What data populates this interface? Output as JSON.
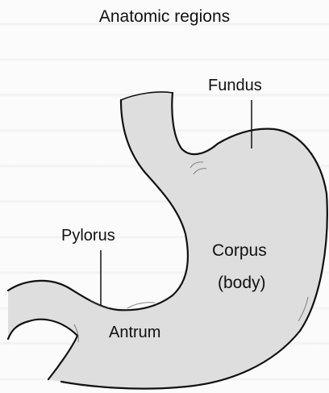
{
  "title": "Anatomic regions",
  "labels": {
    "fundus": "Fundus",
    "pylorus": "Pylorus",
    "corpus": "Corpus",
    "body": "(body)",
    "antrum": "Antrum"
  },
  "colors": {
    "organ_fill": "#dedede",
    "outline": "#111111",
    "background": "#fbfbfb"
  }
}
